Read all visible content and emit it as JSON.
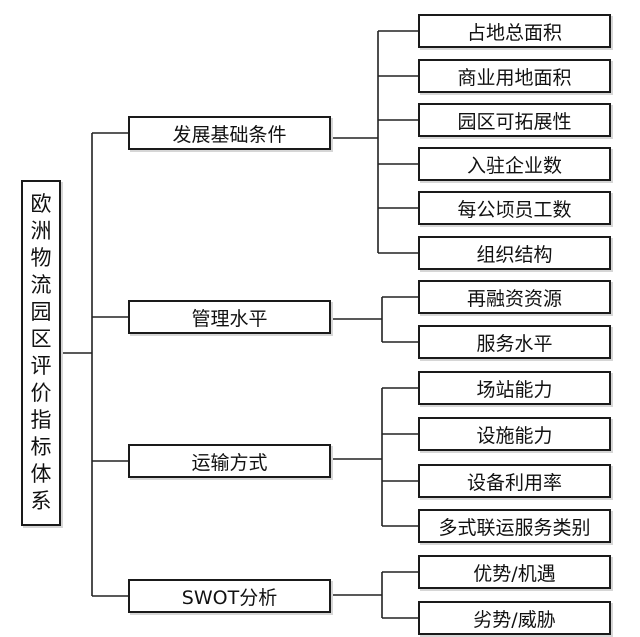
{
  "root": {
    "label": "欧洲物流园区评价指标体系"
  },
  "categories": [
    {
      "label": "发展基础条件",
      "items": [
        "占地总面积",
        "商业用地面积",
        "园区可拓展性",
        "入驻企业数",
        "每公顷员工数",
        "组织结构"
      ]
    },
    {
      "label": "管理水平",
      "items": [
        "再融资资源",
        "服务水平"
      ]
    },
    {
      "label": "运输方式",
      "items": [
        "场站能力",
        "设施能力",
        "设备利用率",
        "多式联运服务类别"
      ]
    },
    {
      "label": "SWOT分析",
      "items": [
        "优势/机遇",
        "劣势/威胁"
      ]
    }
  ],
  "colors": {
    "line": "#222222",
    "border": "#1a1a1a",
    "text": "#111111",
    "background": "#ffffff"
  }
}
